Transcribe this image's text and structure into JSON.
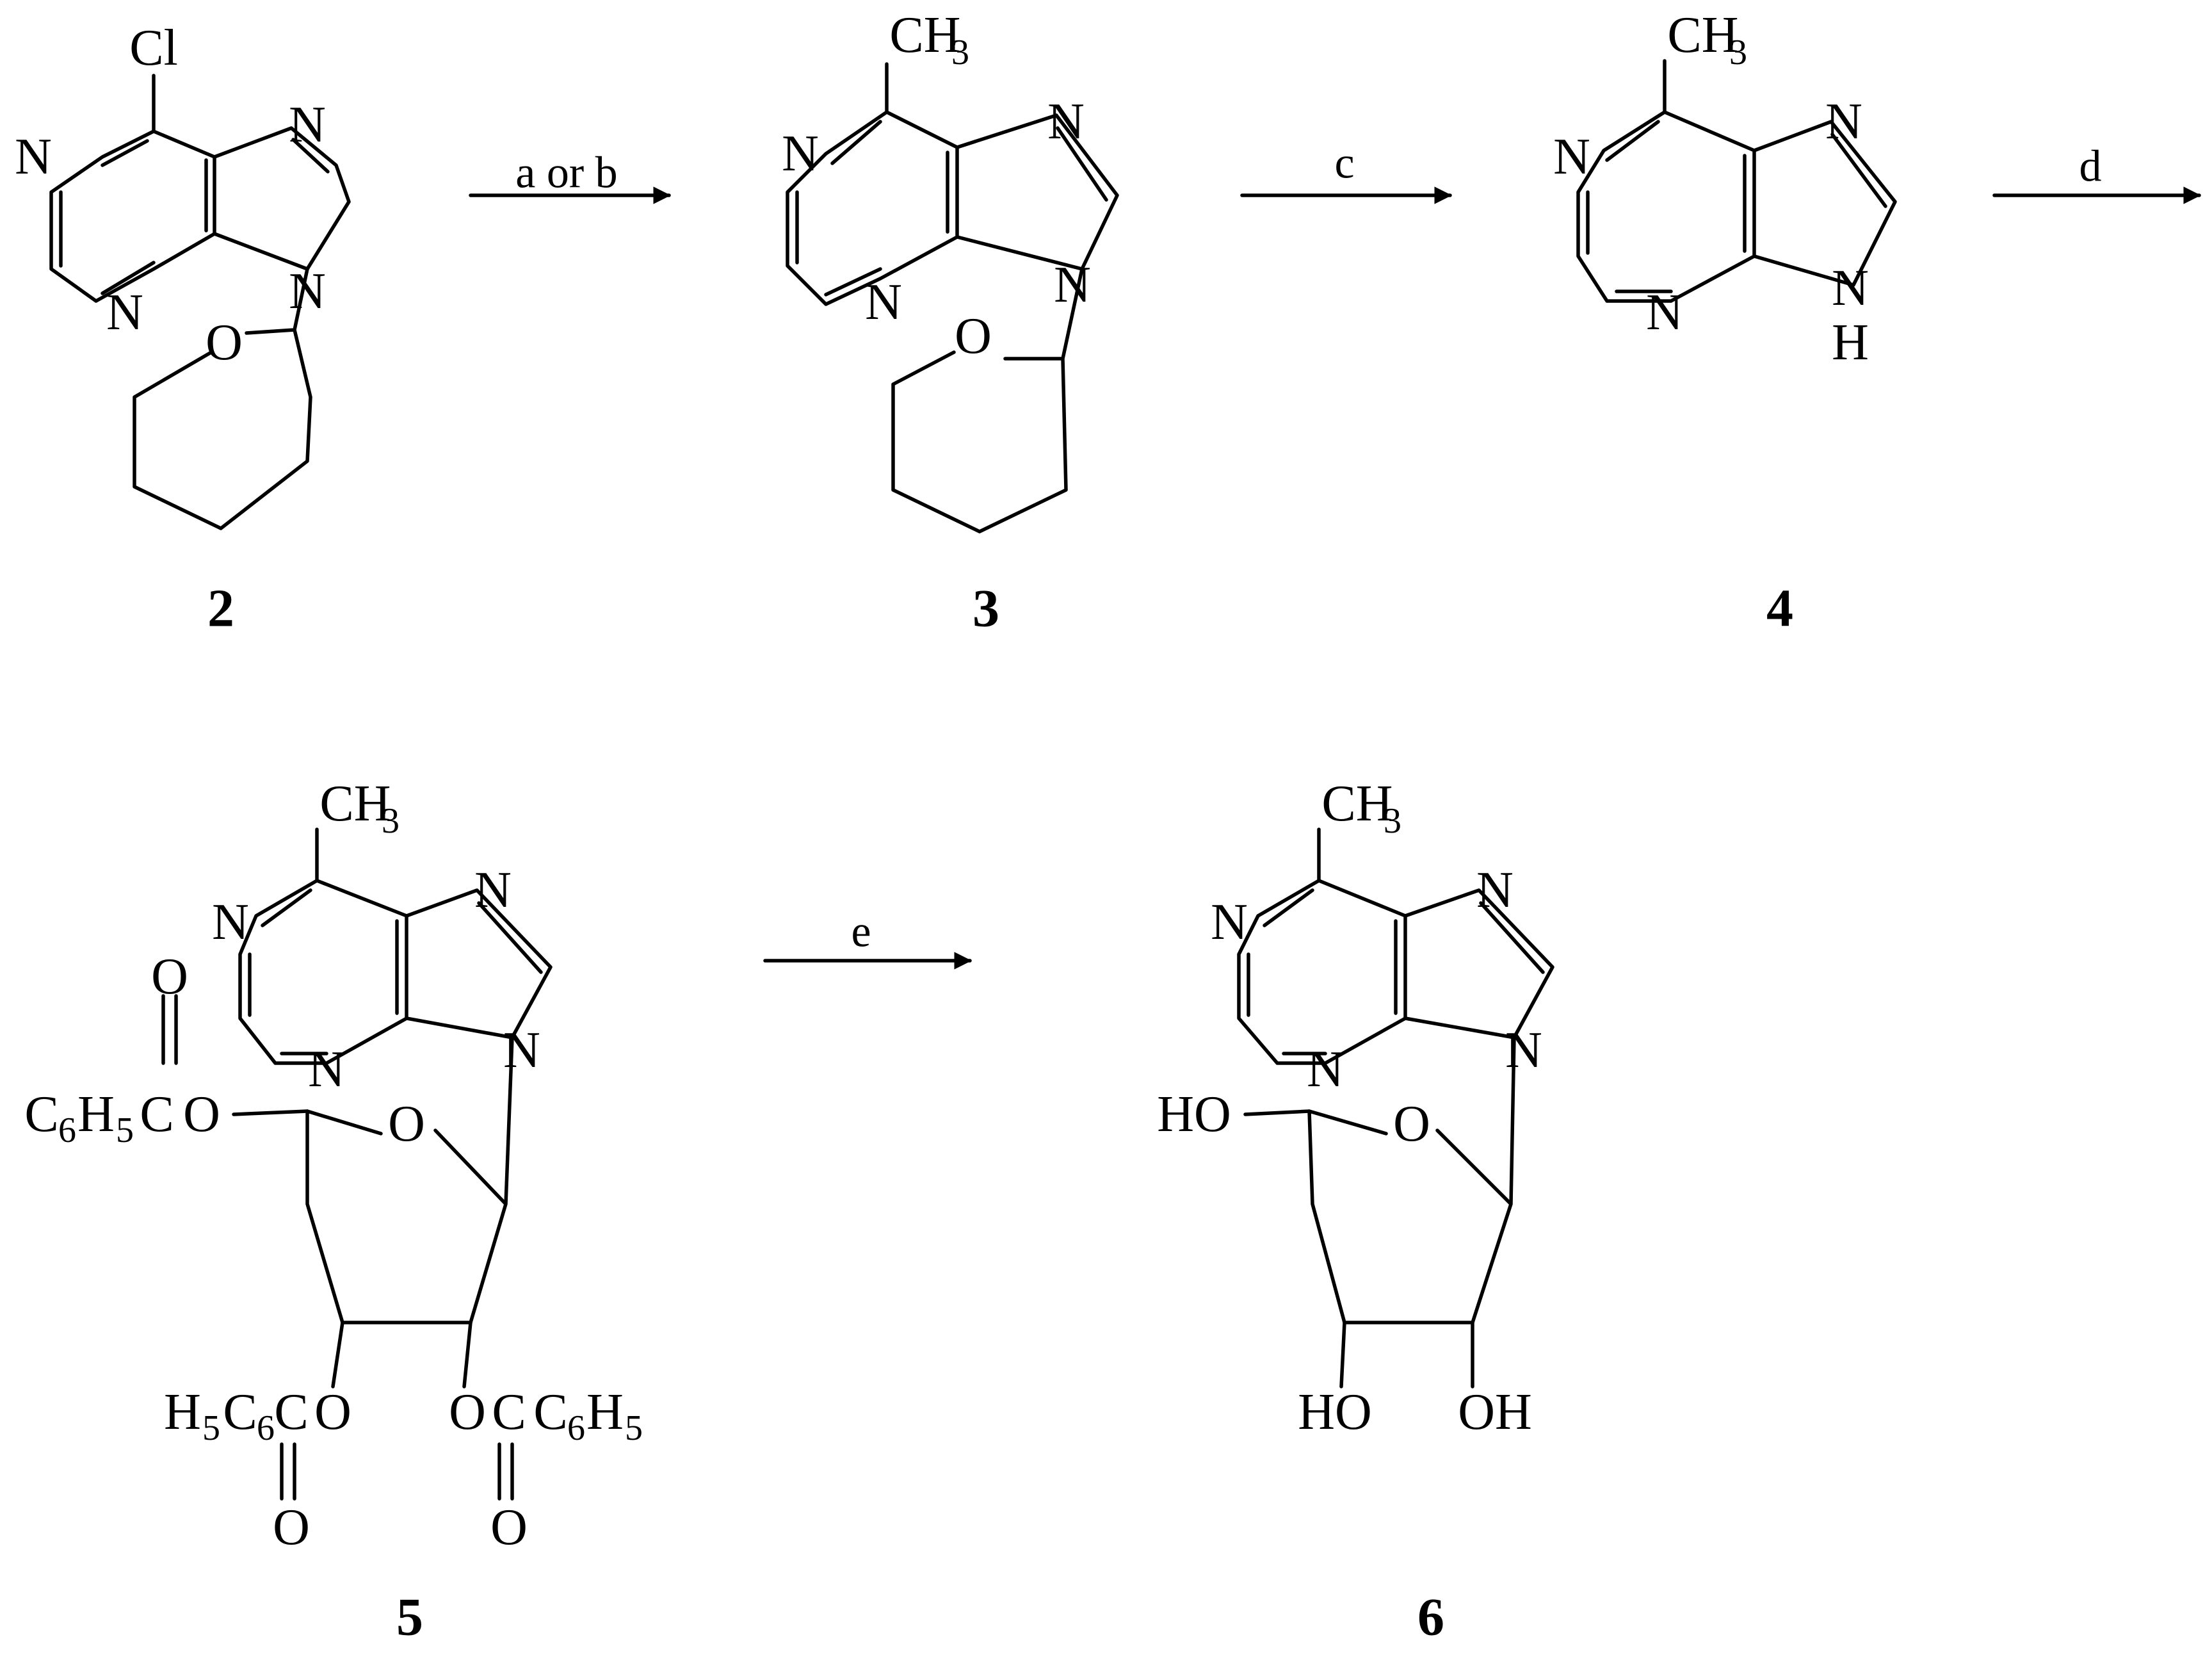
{
  "scheme": {
    "labels": {
      "cl": "Cl",
      "n": "N",
      "o": "O",
      "h": "H",
      "ch3": "CH",
      "ch3_sub": "3",
      "oh": "OH",
      "ho": "HO"
    },
    "compounds": [
      {
        "id": "compound-2",
        "number": "2"
      },
      {
        "id": "compound-3",
        "number": "3"
      },
      {
        "id": "compound-4",
        "number": "4"
      },
      {
        "id": "compound-5",
        "number": "5"
      },
      {
        "id": "compound-6",
        "number": "6"
      }
    ],
    "conditions": {
      "step1": "a or b",
      "step2": "c",
      "step3": "d",
      "step4": "e"
    },
    "benzoyl": {
      "c": "C",
      "h": "H",
      "o": "O",
      "s6": "6",
      "s5": "5"
    }
  }
}
